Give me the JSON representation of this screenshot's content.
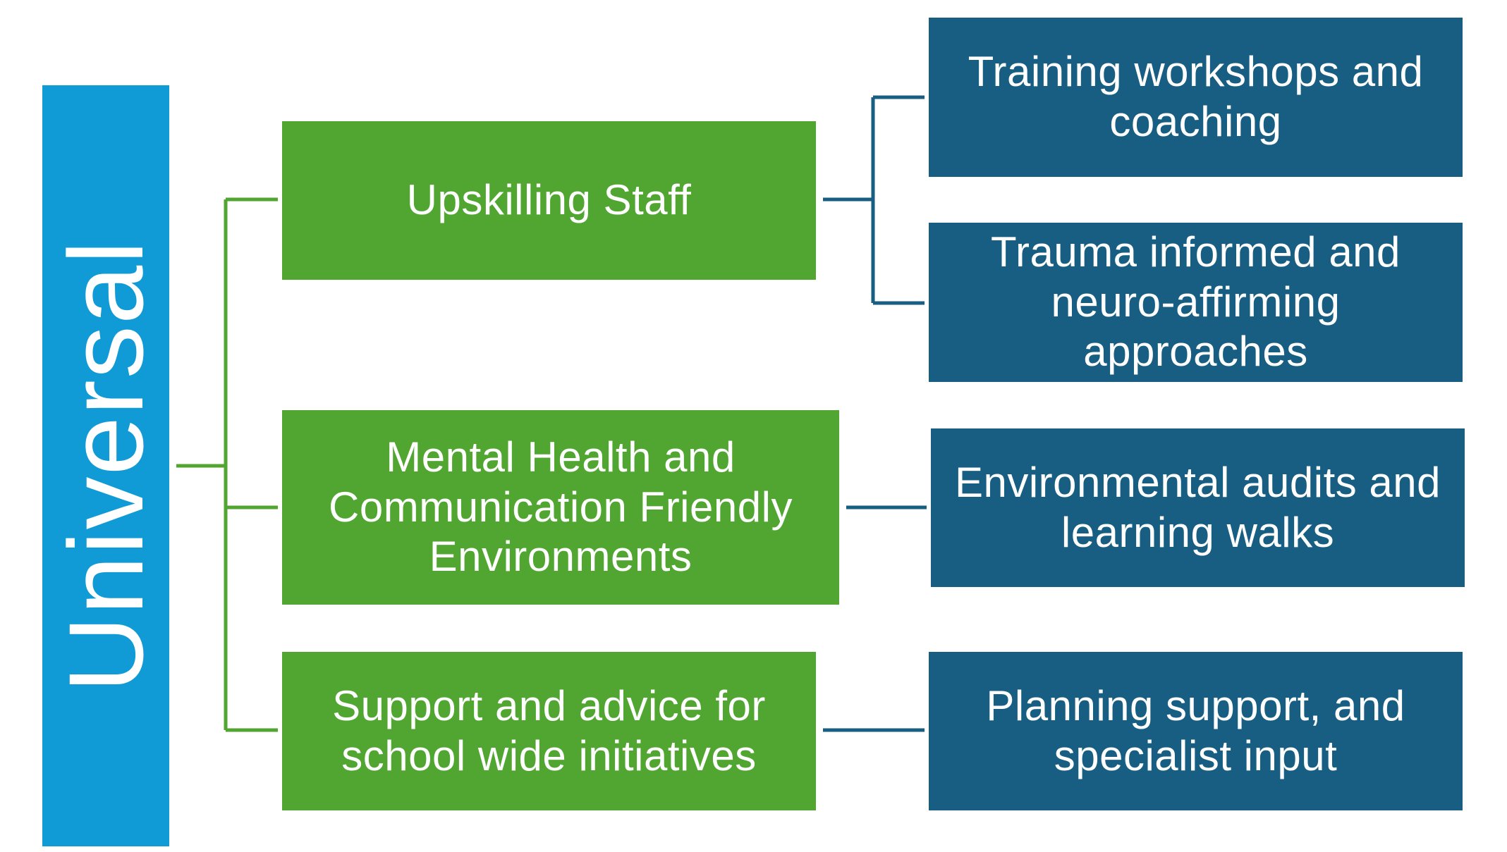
{
  "diagram": {
    "root": {
      "label": "Universal"
    },
    "categories": [
      {
        "label": "Upskilling Staff",
        "children": [
          "Training workshops and coaching",
          "Trauma informed and neuro-affirming approaches"
        ]
      },
      {
        "label": "Mental Health and Communication Friendly Environments",
        "children": [
          "Environmental audits and learning walks"
        ]
      },
      {
        "label": "Support and advice for school wide initiatives",
        "children": [
          "Planning support, and specialist input"
        ]
      }
    ]
  },
  "colors": {
    "root": "#109bd6",
    "category": "#50a630",
    "child": "#175e82",
    "connector_green": "#50a630",
    "connector_blue": "#175e82"
  }
}
